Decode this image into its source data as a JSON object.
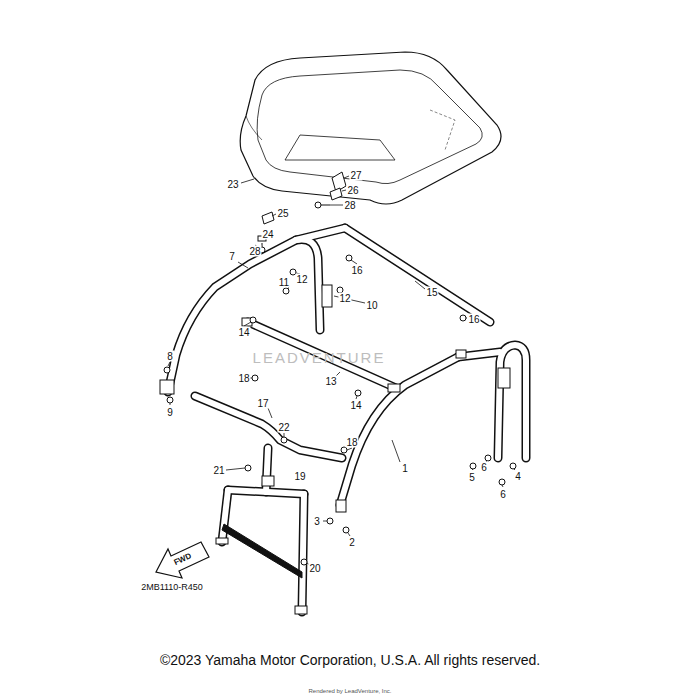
{
  "diagram": {
    "caption": "©2023 Yamaha Motor Corporation, U.S.A. All rights reserved.",
    "labels": [
      "27",
      "26",
      "28",
      "25",
      "24",
      "28",
      "23",
      "7",
      "16",
      "15",
      "12",
      "11",
      "12",
      "10",
      "14",
      "16",
      "8",
      "18",
      "13",
      "14",
      "9",
      "17",
      "22",
      "18",
      "21",
      "1",
      "19",
      "5",
      "6",
      "4",
      "6",
      "3",
      "2",
      "20",
      "FWD",
      "2MB1110-R450",
      "LEADVENTURE",
      "Rendered by LeadVenture, Inc."
    ]
  }
}
